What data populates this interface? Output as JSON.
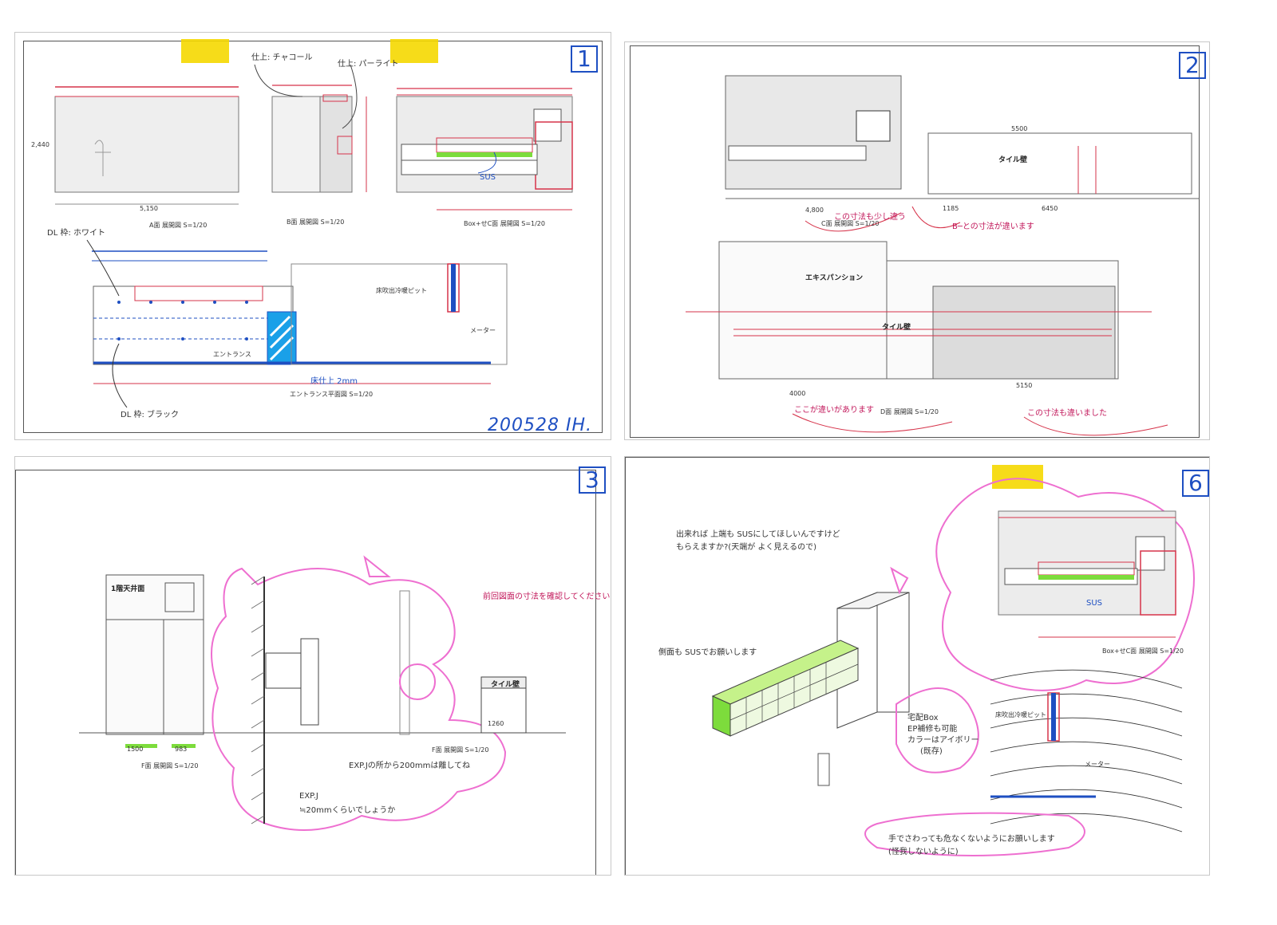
{
  "sheets": {
    "s1": {
      "number": "1",
      "signature": "200528 IH.",
      "notes": {
        "material_top": "仕上: チャコール",
        "material_right": "仕上: パーライト",
        "dl_top": "DL 枠: ホワイト",
        "dl_bottom": "DL 枠: ブラック",
        "sus": "SUS",
        "entrance": "エントランス",
        "entrance_plan": "エントランス平面図 S=1/20",
        "elev_a": "A面 展開図 S=1/20",
        "elev_b": "B面 展開図 S=1/20",
        "elev_c": "Box+せC面 展開図 S=1/20",
        "pit": "床吹出冷暖ピット",
        "meter": "メーター",
        "floor_note": "床仕上 2mm",
        "dim_5150": "5,150",
        "dim_2440": "2,440"
      }
    },
    "s2": {
      "number": "2",
      "notes": {
        "tile_wall": "タイル壁",
        "expansion": "エキスパンション",
        "tile_wall_2": "タイル壁",
        "elev_c": "C面 展開図 S=1/20",
        "elev_d": "D面 展開図 S=1/20",
        "note_1": "この寸法も少し違う",
        "note_2": "B─との寸法が違います",
        "note_3": "ここが違いがあります",
        "note_4": "この寸法も違いました",
        "dim_4800": "4,800",
        "dim_5500": "5500",
        "dim_1185": "1185",
        "dim_6450": "6450",
        "dim_4000": "4000",
        "dim_5150": "5150"
      }
    },
    "s3": {
      "number": "3",
      "notes": {
        "ceiling": "1階天井面",
        "elev_f": "F面 展開図 S=1/20",
        "elev_f2": "F面 展開図 S=1/20",
        "tile_wall": "タイル壁",
        "pit_note": "前回図面の寸法を確認してください",
        "exp_note": "EXP.Jの所から200mmは離してね",
        "exp_label": "EXP.J",
        "exp_sub": "≒20mmくらいでしょうか",
        "dim_1500": "1500",
        "dim_983": "983",
        "dim_1260": "1260"
      }
    },
    "s6": {
      "number": "6",
      "notes": {
        "top_note": "出来れば 上端も SUSにしてほしいんですけど",
        "top_note_2": "もらえますか?(天端が よく見えるので)",
        "side_note": "側面も SUSでお願いします",
        "box_note": "宅配Box",
        "box_note_2": "EP補修も可能",
        "box_note_3": "カラーはアイボリー",
        "box_note_4": "(既存)",
        "bottom_note": "手でさわっても危なくないようにお願いします",
        "bottom_note_2": "(怪我しないように)",
        "sus": "SUS",
        "elev_c": "Box+せC面 展開図 S=1/20",
        "meter": "メーター",
        "pit": "床吹出冷暖ピット"
      }
    }
  },
  "colors": {
    "red": "#d6334a",
    "blue": "#1e4fc2",
    "pink": "#ee6fd0",
    "green": "#7ddc3c",
    "yellow": "#f5d800"
  }
}
